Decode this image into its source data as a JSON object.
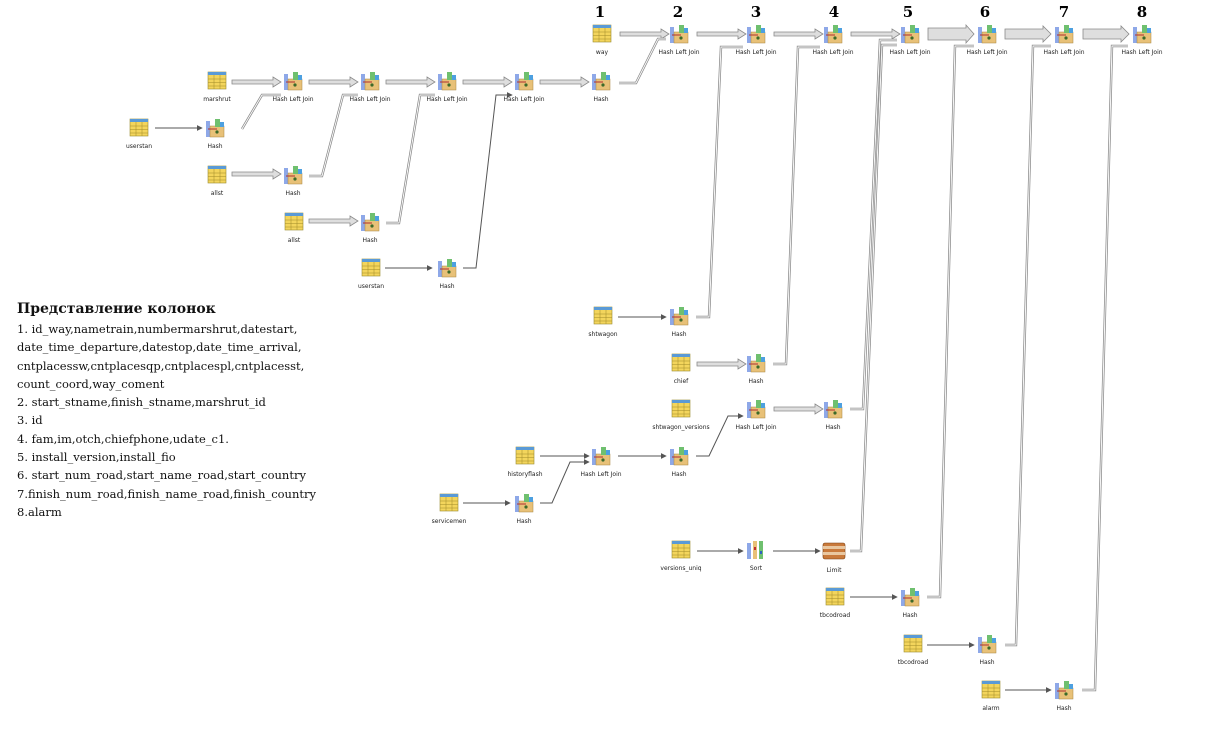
{
  "legend": {
    "title": "Представление колонок",
    "lines": [
      "1. id_way,nametrain,numbermarshrut,datestart,",
      "date_time_departure,datestop,date_time_arrival,",
      "cntplacessw,cntplacesqp,cntplacespl,cntplacesst,",
      "count_coord,way_coment",
      "2. start_stname,finish_stname,marshrut_id",
      "3. id",
      "4. fam,im,otch,chiefphone,udate_c1.",
      "5. install_version,install_fio",
      "6. start_num_road,start_name_road,start_country",
      "7.finish_num_road,finish_name_road,finish_country",
      "8.alarm"
    ]
  },
  "column_numbers": [
    "1",
    "2",
    "3",
    "4",
    "5",
    "6",
    "7",
    "8"
  ],
  "nodes": {
    "way": "way",
    "join2": "Hash Left Join",
    "join3": "Hash Left Join",
    "join4": "Hash Left Join",
    "join5": "Hash Left Join",
    "join6": "Hash Left Join",
    "join7": "Hash Left Join",
    "join8": "Hash Left Join",
    "marshrut": "marshrut",
    "joinA": "Hash Left Join",
    "joinB": "Hash Left Join",
    "joinC": "Hash Left Join",
    "joinD": "Hash Left Join",
    "hash_way": "Hash",
    "userstan1": "userstan",
    "hash_userstan1": "Hash",
    "allst1": "allst",
    "hash_allst1": "Hash",
    "allst2": "allst",
    "hash_allst2": "Hash",
    "userstan2": "userstan",
    "hash_userstan2": "Hash",
    "shtwagon": "shtwagon",
    "hash_shtwagon": "Hash",
    "chief": "chief",
    "hash_chief": "Hash",
    "shtwagon_versions": "shtwagon_versions",
    "join_versions": "Hash Left Join",
    "hash_versions": "Hash",
    "historyflash": "historyflash",
    "join_history": "Hash Left Join",
    "hash_history": "Hash",
    "servicemen": "servicemen",
    "hash_servicemen": "Hash",
    "versions_uniq": "versions_uniq",
    "sort": "Sort",
    "limit": "Limit",
    "tbcodroad1": "tbcodroad",
    "hash_tbcodroad1": "Hash",
    "tbcodroad2": "tbcodroad",
    "hash_tbcodroad2": "Hash",
    "alarm": "alarm",
    "hash_alarm": "Hash"
  }
}
